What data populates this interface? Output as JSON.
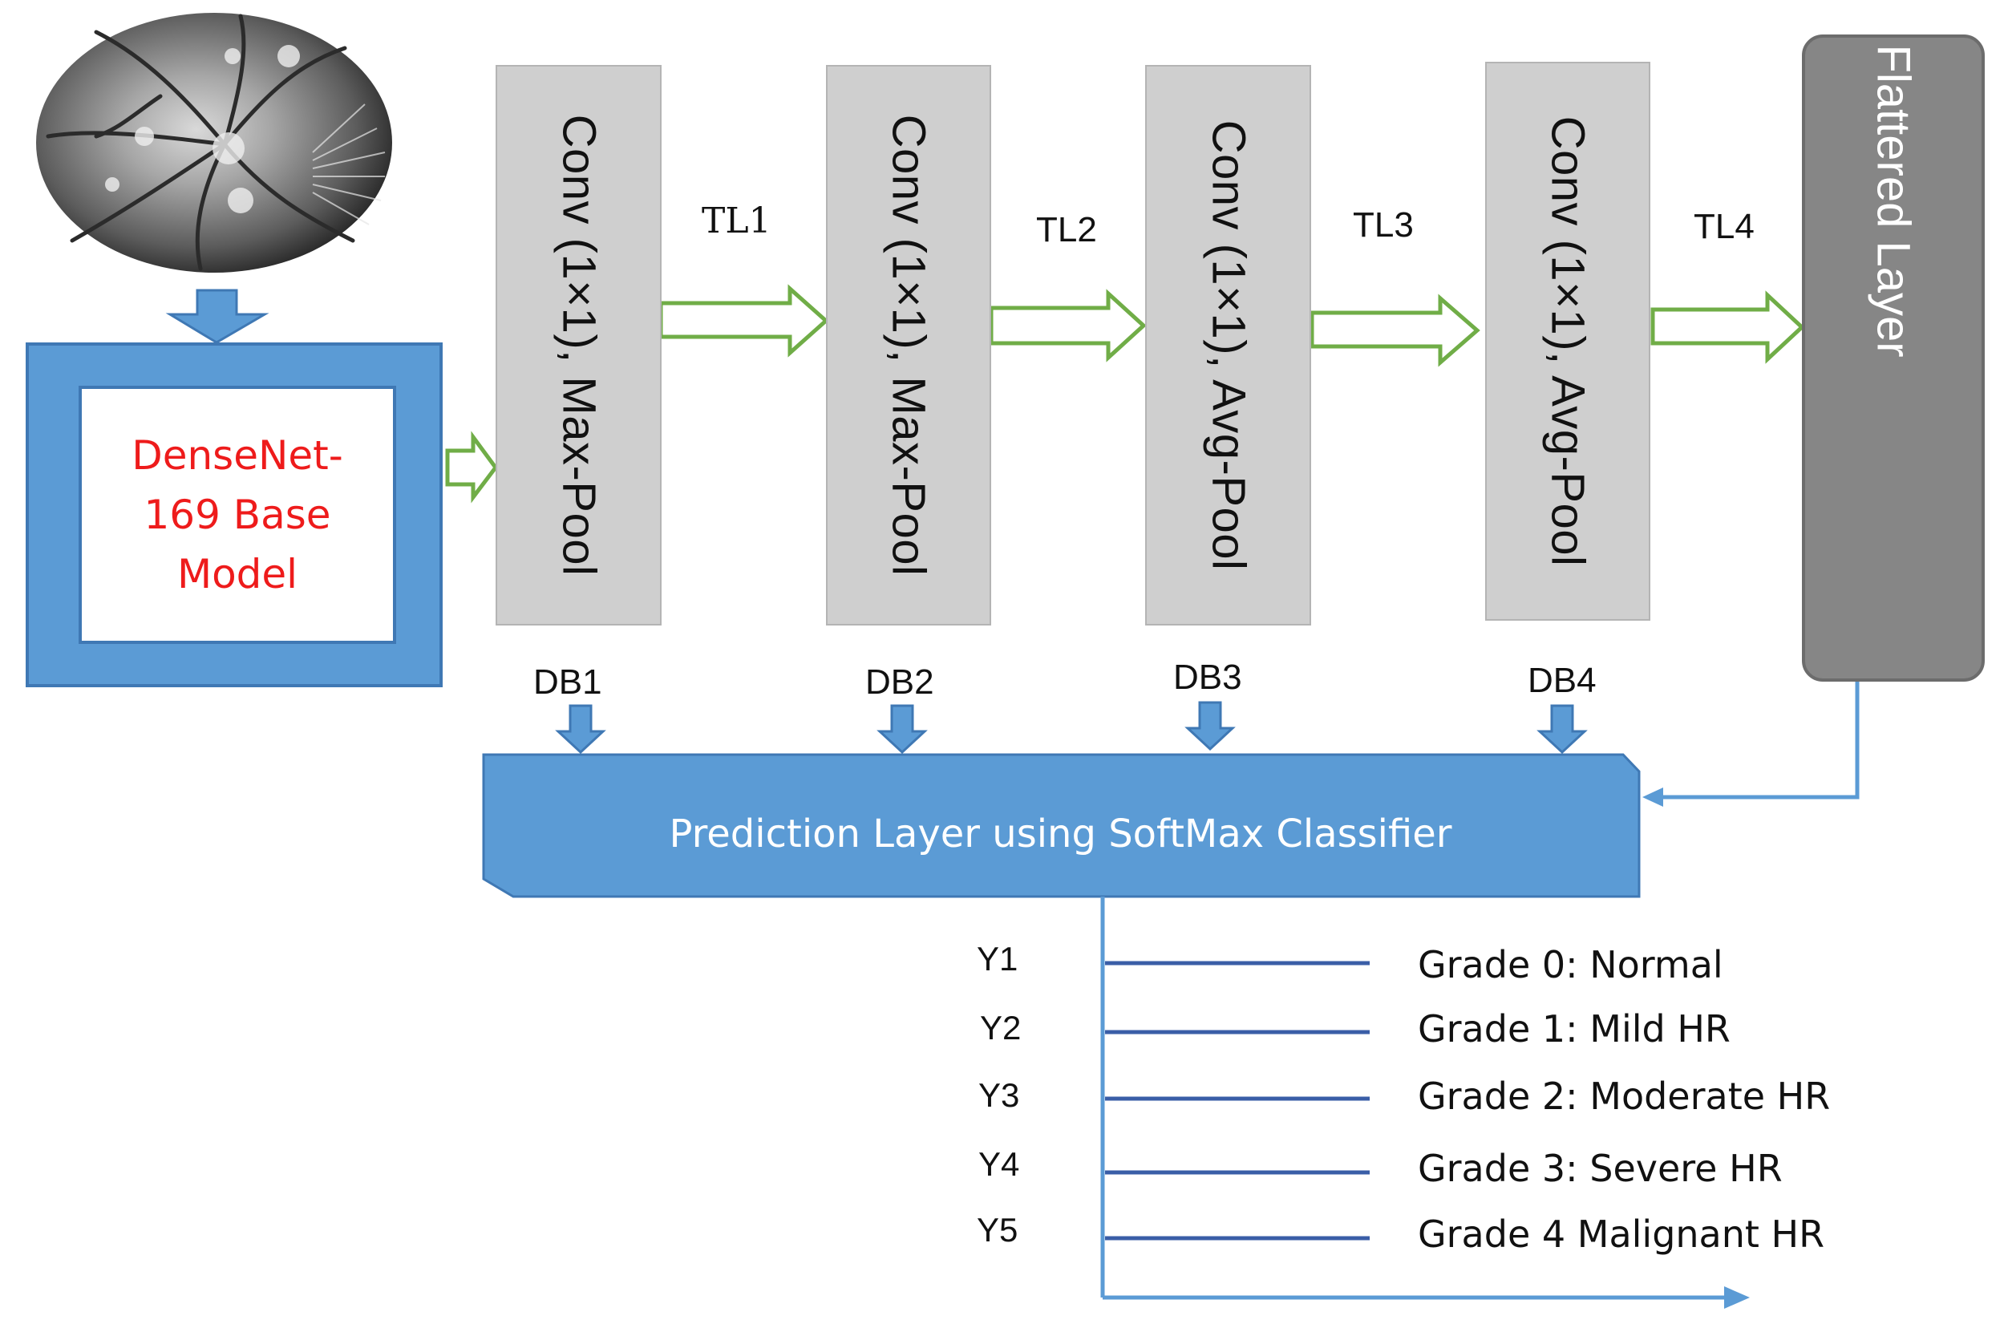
{
  "input_image": {
    "description_icon": "fundus-photo"
  },
  "base_model": {
    "label": "DenseNet-169 Base Model"
  },
  "conv_blocks": [
    {
      "label": "Conv (1×1), Max-Pool"
    },
    {
      "label": "Conv (1×1), Max-Pool"
    },
    {
      "label": "Conv (1×1), Avg-Pool"
    },
    {
      "label": "Conv (1×1), Avg-Pool"
    }
  ],
  "transitions": [
    "TL1",
    "TL2",
    "TL3",
    "TL4"
  ],
  "dense_blocks": [
    "DB1",
    "DB2",
    "DB3",
    "DB4"
  ],
  "flatten": {
    "label": "Flattered Layer"
  },
  "prediction": {
    "label": "Prediction Layer using SoftMax Classifier"
  },
  "outputs": [
    {
      "y": "Y1",
      "grade": "Grade 0: Normal"
    },
    {
      "y": "Y2",
      "grade": "Grade 1: Mild HR"
    },
    {
      "y": "Y3",
      "grade": "Grade 2: Moderate HR"
    },
    {
      "y": "Y4",
      "grade": "Grade 3: Severe HR"
    },
    {
      "y": "Y5",
      "grade": "Grade 4 Malignant HR"
    }
  ],
  "colors": {
    "blue": "#5b9bd5",
    "green": "#70ad47",
    "red_text": "#ee1b1b",
    "conv_gray": "#cfcfcf",
    "flat_gray": "#868686"
  }
}
